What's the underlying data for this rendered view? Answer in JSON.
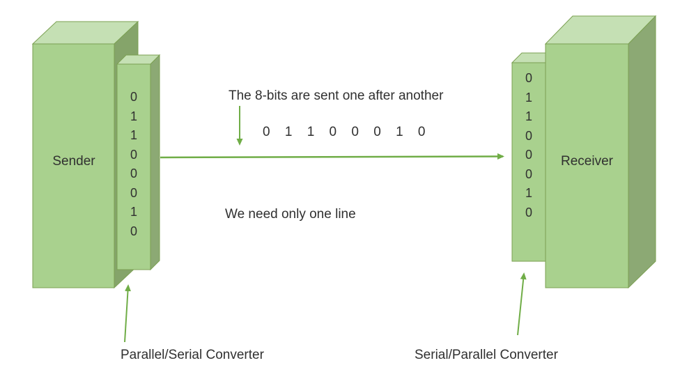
{
  "colors": {
    "box_front": "#a9d18e",
    "box_top": "#c5e0b4",
    "box_side": "#8ca974",
    "box_side_dark": "#85a46a",
    "box_outline": "#7ba052",
    "arrow": "#70ad47",
    "text": "#303030"
  },
  "sender": {
    "label": "Sender",
    "bits": [
      "0",
      "1",
      "1",
      "0",
      "0",
      "0",
      "1",
      "0"
    ],
    "converter_label": "Parallel/Serial Converter"
  },
  "receiver": {
    "label": "Receiver",
    "bits": [
      "0",
      "1",
      "1",
      "0",
      "0",
      "0",
      "1",
      "0"
    ],
    "converter_label": "Serial/Parallel Converter"
  },
  "annotations": {
    "serial_text": "The 8-bits are sent one after another",
    "bits_inline": "0 1 1 0 0 0 1 0",
    "line_text": "We need only one line"
  }
}
